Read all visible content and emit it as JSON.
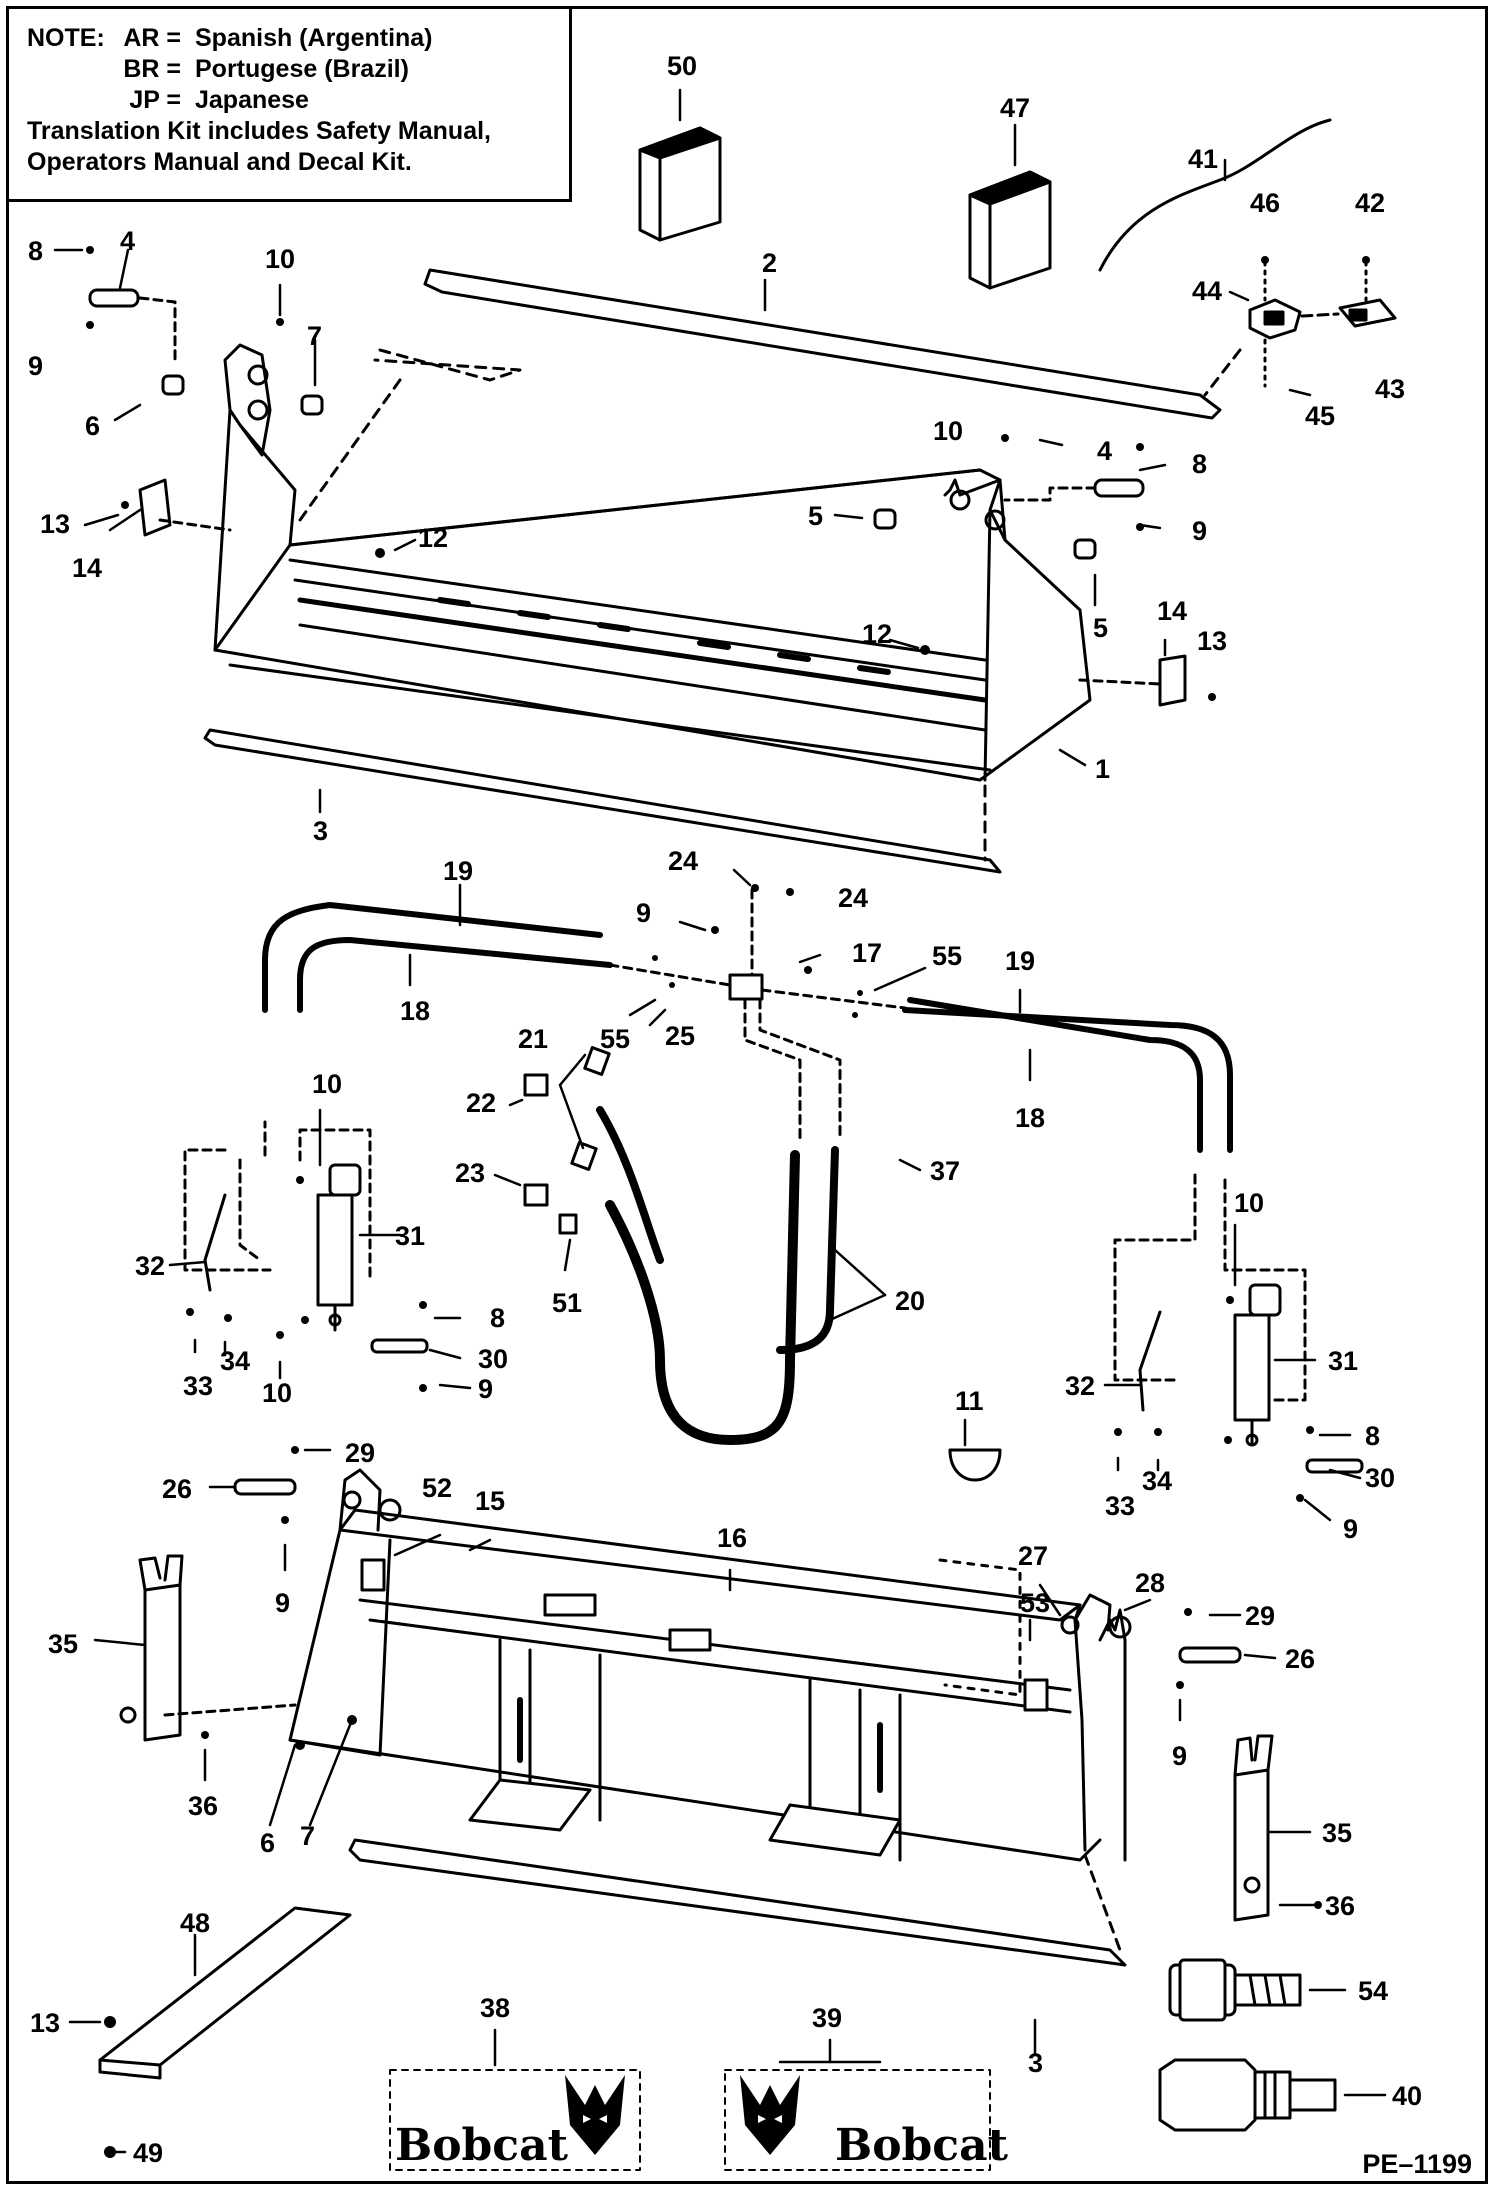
{
  "note": {
    "label": "NOTE:",
    "entries": [
      {
        "code": "AR =",
        "language": "Spanish (Argentina)"
      },
      {
        "code": "BR =",
        "language": "Portugese (Brazil)"
      },
      {
        "code": "JP =",
        "language": "Japanese"
      }
    ],
    "line_1": "Translation Kit includes Safety Manual,",
    "line_2": "Operators Manual and Decal Kit."
  },
  "page_code": "PE–1199",
  "decals": {
    "brand": "Bobcat"
  },
  "callouts": {
    "c50": "50",
    "c47": "47",
    "c41": "41",
    "c46": "46",
    "c42": "42",
    "c44": "44",
    "c43": "43",
    "c45": "45",
    "c2": "2",
    "c8a": "8",
    "c4a": "4",
    "c10a": "10",
    "c7a": "7",
    "c9a": "9",
    "c6a": "6",
    "c13a": "13",
    "c14a": "14",
    "c12a": "12",
    "c10b": "10",
    "c4b": "4",
    "c8b": "8",
    "c5a": "5",
    "c9b": "9",
    "c5b": "5",
    "c12b": "12",
    "c14b": "14",
    "c13b": "13",
    "c1": "1",
    "c3a": "3",
    "c19a": "19",
    "c24a": "24",
    "c24b": "24",
    "c9c": "9",
    "c17": "17",
    "c55a": "55",
    "c19b": "19",
    "c18a": "18",
    "c55b": "55",
    "c25": "25",
    "c18b": "18",
    "c21": "21",
    "c22": "22",
    "c23": "23",
    "c37": "37",
    "c51": "51",
    "c20": "20",
    "c10c": "10",
    "c31a": "31",
    "c32a": "32",
    "c8c": "8",
    "c30a": "30",
    "c34a": "34",
    "c33a": "33",
    "c10d": "10",
    "c9d": "9",
    "c10e": "10",
    "c31b": "31",
    "c32b": "32",
    "c8d": "8",
    "c30b": "30",
    "c34b": "34",
    "c33b": "33",
    "c9e": "9",
    "c11": "11",
    "c29a": "29",
    "c26a": "26",
    "c52": "52",
    "c15": "15",
    "c16": "16",
    "c9f": "9",
    "c27": "27",
    "c53": "53",
    "c28": "28",
    "c29b": "29",
    "c26b": "26",
    "c9g": "9",
    "c35a": "35",
    "c36a": "36",
    "c6b": "6",
    "c7b": "7",
    "c35b": "35",
    "c36b": "36",
    "c48": "48",
    "c13c": "13",
    "c49": "49",
    "c38": "38",
    "c39": "39",
    "c3b": "3",
    "c54": "54",
    "c40": "40"
  }
}
